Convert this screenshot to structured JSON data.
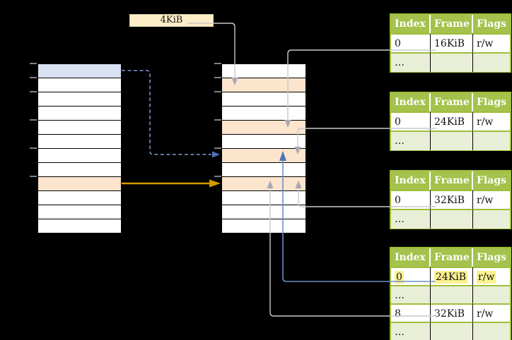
{
  "figure": {
    "size_label": {
      "text": "4KiB"
    }
  },
  "left_column": {
    "rows": [
      "blue",
      "",
      "",
      "",
      "",
      "",
      "",
      "",
      "orange",
      "",
      "",
      ""
    ]
  },
  "middle_column": {
    "rows": [
      "",
      "orange",
      "",
      "",
      "orange",
      "",
      "orange",
      "",
      "orange",
      "",
      "",
      ""
    ]
  },
  "tick_y": [
    90,
    110,
    130,
    170,
    210,
    250
  ],
  "page_tables": [
    {
      "headers": [
        "Index",
        "Frame",
        "Flags"
      ],
      "rows": [
        {
          "index": "0",
          "frame": "16KiB",
          "flags": "r/w"
        },
        {
          "index": "…",
          "frame": "",
          "flags": ""
        }
      ]
    },
    {
      "headers": [
        "Index",
        "Frame",
        "Flags"
      ],
      "rows": [
        {
          "index": "0",
          "frame": "24KiB",
          "flags": "r/w"
        },
        {
          "index": "…",
          "frame": "",
          "flags": ""
        }
      ]
    },
    {
      "headers": [
        "Index",
        "Frame",
        "Flags"
      ],
      "rows": [
        {
          "index": "0",
          "frame": "32KiB",
          "flags": "r/w"
        },
        {
          "index": "…",
          "frame": "",
          "flags": ""
        }
      ]
    },
    {
      "headers": [
        "Index",
        "Frame",
        "Flags"
      ],
      "rows": [
        {
          "index": "0",
          "frame": "24KiB",
          "flags": "r/w",
          "highlighted": true
        },
        {
          "index": "…",
          "frame": "",
          "flags": ""
        },
        {
          "index": "8",
          "frame": "32KiB",
          "flags": "r/w"
        },
        {
          "index": "…",
          "frame": "",
          "flags": ""
        }
      ]
    }
  ],
  "colors": {
    "bg": "#000000",
    "label_bg": "#fcefc7",
    "label_border": "#ddd3b0",
    "cell_white": "#ffffff",
    "row_blue": "#d9e2f3",
    "row_orange": "#fce4cd",
    "table_border_dark": "#000000",
    "header_green": "#a4c24c",
    "row_light_green": "#e9efd6",
    "green_border": "#9fbe3a",
    "highlight_yellow": "#fbf18f",
    "connector_gray": "#c9c9c9",
    "arrow_gray": "#a9a9b2",
    "connector_blue": "#6d8dc4",
    "dashed_blue": "#7d9ad0",
    "arrow_blue": "#4d74b8",
    "arrow_orange": "#d49a00",
    "tick_gray": "#7f7f7f"
  }
}
